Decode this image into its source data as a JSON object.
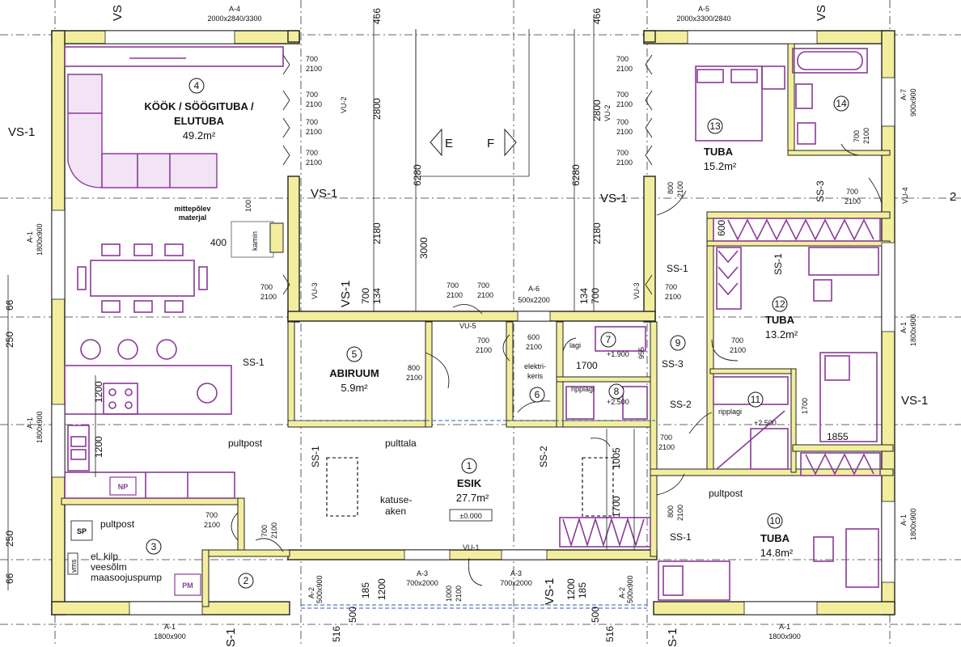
{
  "rooms": {
    "r1": {
      "no": "1",
      "name": "ESIK",
      "area": "27.7m²",
      "level": "±0.000"
    },
    "r2": {
      "no": "2"
    },
    "r3": {
      "no": "3"
    },
    "r4": {
      "no": "4",
      "name1": "KÖÖK / SÖÖGITUBA /",
      "name2": "ELUTUBA",
      "area": "49.2m²"
    },
    "r5": {
      "no": "5",
      "name": "ABIRUUM",
      "area": "5.9m²"
    },
    "r6": {
      "no": "6",
      "label1": "elektri-",
      "label2": "keris"
    },
    "r7": {
      "no": "7"
    },
    "r8": {
      "no": "8"
    },
    "r9": {
      "no": "9"
    },
    "r10": {
      "no": "10",
      "name": "TUBA",
      "area": "14.8m²"
    },
    "r11": {
      "no": "11"
    },
    "r12": {
      "no": "12",
      "name": "TUBA",
      "area": "13.2m²"
    },
    "r13": {
      "no": "13",
      "name": "TUBA",
      "area": "15.2m²"
    },
    "r14": {
      "no": "14"
    }
  },
  "walls": {
    "vs1": "VS-1",
    "ss1": "SS-1",
    "ss2": "SS-2",
    "ss3": "SS-3",
    "vs": "VS",
    "ss1s": "S-1"
  },
  "windows": {
    "a1": "A-1",
    "a1_size": "1800x900",
    "a2": "A-2",
    "a2_size": "500x900",
    "a3": "A-3",
    "a3_size": "700x2000",
    "a4": "A-4",
    "a4_size": "2000x2840/3300",
    "a5": "A-5",
    "a5_size": "2000x3300/2840",
    "a6": "A-6",
    "a6_size": "500x2200",
    "a7": "A-7",
    "a7_size": "900x900"
  },
  "openings": {
    "vu1": "VU-1",
    "vu2": "VU-2",
    "vu3": "VU-3",
    "vu4": "VU-4",
    "vu5": "VU-5",
    "w700": "700",
    "h2100": "2100",
    "w800": "800",
    "w600": "600"
  },
  "dims": {
    "d466": "466",
    "d2800": "2800",
    "d6280": "6280",
    "d2180": "2180",
    "d3000": "3000",
    "d700": "700",
    "d134": "134",
    "d66": "66",
    "d250": "250",
    "d1200": "1200",
    "d100": "100",
    "d400": "400",
    "d1700": "1700",
    "d1005": "1005",
    "d955": "955",
    "d1855": "1855",
    "d516": "516",
    "d500": "500",
    "d185": "185",
    "d1000": "1000",
    "d2100": "2100",
    "d600": "600"
  },
  "labels": {
    "mittepolev1": "mittepõlev",
    "mittepolev2": "materjal",
    "kamin": "kamin",
    "pultpost": "pultpost",
    "pulttala": "pulttala",
    "katuse1": "katuse-",
    "katuse2": "aken",
    "elkilp": "el. kilp",
    "veesoim": "veesõlm",
    "maasoojus": "maasoojuspump",
    "vms": "vms",
    "sp": "SP",
    "pm": "PM",
    "np": "NP",
    "ripplagi": "ripplagi",
    "lagi": "lagi",
    "plus1900": "+1.900",
    "plus2500": "+2.500",
    "arrow_e": "E",
    "arrow_f": "F",
    "sec2": "2"
  }
}
